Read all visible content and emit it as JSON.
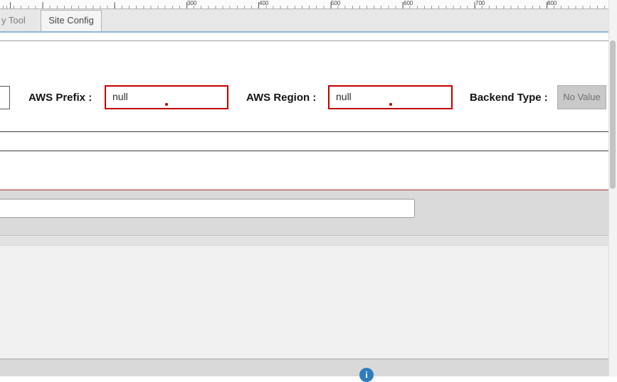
{
  "ruler": {
    "labels": [
      "300",
      "400",
      "500",
      "600",
      "700",
      "800"
    ]
  },
  "tabs": {
    "items": [
      {
        "label": "y Tool",
        "active": false
      },
      {
        "label": "Site Config",
        "active": true
      }
    ]
  },
  "form": {
    "aws_prefix": {
      "label": "AWS Prefix :",
      "value": "null"
    },
    "aws_region": {
      "label": "AWS Region :",
      "value": "null"
    },
    "backend_type": {
      "label": "Backend Type :",
      "value": "No Value"
    }
  },
  "text_field": {
    "value": ""
  },
  "footer": {
    "info_icon": "i"
  },
  "colors": {
    "error": "#c00000",
    "tab-line": "#8fb4d4",
    "divider-red": "#a03030",
    "info-blue": "#2d7dbd"
  }
}
